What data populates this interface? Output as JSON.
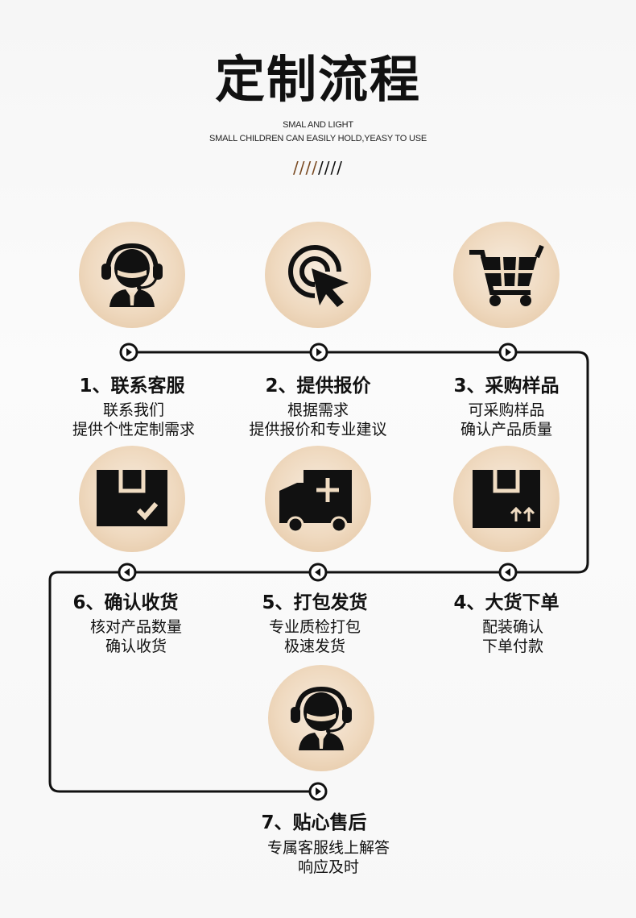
{
  "header": {
    "title": "定制流程",
    "subtitle_line1": "SMAL AND LIGHT",
    "subtitle_line2": "SMALL CHILDREN CAN EASILY HOLD,YEASY TO USE",
    "divider": "////////"
  },
  "colors": {
    "divider_brown": "#7a4a22",
    "circle_light": "#f7ebdd",
    "circle_dark": "#e2c39f",
    "ink": "#111111"
  },
  "steps": [
    {
      "title": "1、联系客服",
      "line1": "联系我们",
      "line2": "提供个性定制需求",
      "icon": "customer-service-icon"
    },
    {
      "title": "2、提供报价",
      "line1": "根据需求",
      "line2": "提供报价和专业建议",
      "icon": "click-cursor-icon"
    },
    {
      "title": "3、采购样品",
      "line1": "可采购样品",
      "line2": "确认产品质量",
      "icon": "shopping-cart-icon"
    },
    {
      "title": "4、大货下单",
      "line1": "配装确认",
      "line2": "下单付款",
      "icon": "box-upload-icon"
    },
    {
      "title": "5、打包发货",
      "line1": "专业质检打包",
      "line2": "极速发货",
      "icon": "delivery-truck-icon"
    },
    {
      "title": "6、确认收货",
      "line1": "核对产品数量",
      "line2": "确认收货",
      "icon": "box-check-icon"
    },
    {
      "title": "7、贴心售后",
      "line1": "专属客服线上解答",
      "line2": "响应及时",
      "icon": "customer-service-icon"
    }
  ]
}
